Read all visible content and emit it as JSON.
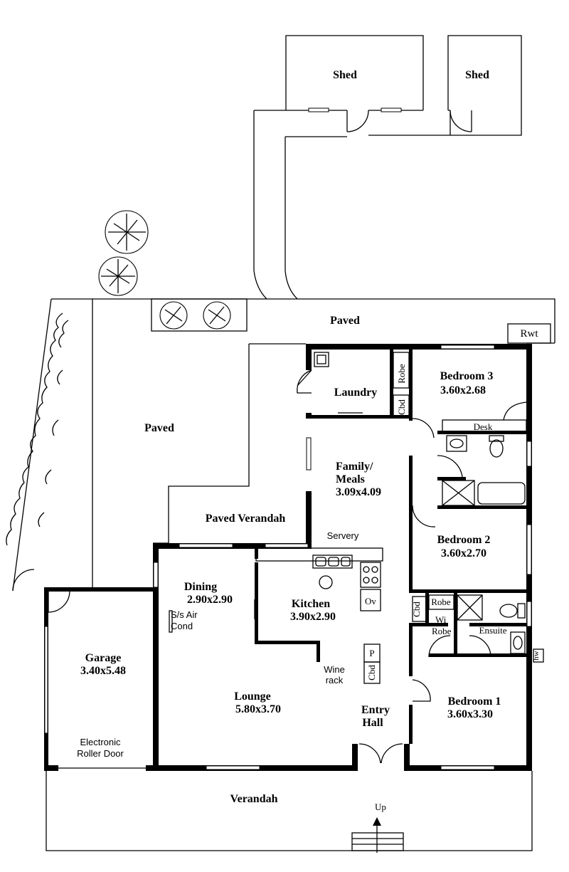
{
  "rooms": {
    "shed_left": "Shed",
    "shed_right": "Shed",
    "paved_top": "Paved",
    "rwt": "Rwt",
    "paved_left": "Paved",
    "laundry": "Laundry",
    "robe_laundry": "Robe",
    "cbd_laundry": "Cbd",
    "bedroom3": {
      "name": "Bedroom 3",
      "size": "3.60x2.68"
    },
    "desk": "Desk",
    "family": {
      "name1": "Family/",
      "name2": "Meals",
      "size": "3.09x4.09"
    },
    "paved_verandah": "Paved Verandah",
    "servery": "Servery",
    "bedroom2": {
      "name": "Bedroom 2",
      "size": "3.60x2.70"
    },
    "dining": {
      "name": "Dining",
      "size": "2.90x2.90"
    },
    "air_cond": {
      "line1": "S/s Air",
      "line2": "Cond"
    },
    "kitchen": {
      "name": "Kitchen",
      "size": "3.90x2.90"
    },
    "oven": "Ov",
    "pantry": "P",
    "wine_rack": {
      "line1": "Wine",
      "line2": "rack"
    },
    "cbd_kitchen": "Cbd",
    "robe_bed1": "Robe",
    "wi_robe": {
      "line1": "Wi",
      "line2": "Robe"
    },
    "cbd_bed": "Cbd",
    "ensuite": "Ensuite",
    "hw": "hw",
    "garage": {
      "name": "Garage",
      "size": "3.40x5.48"
    },
    "roller_door": {
      "line1": "Electronic",
      "line2": "Roller Door"
    },
    "lounge": {
      "name": "Lounge",
      "size": "5.80x3.70"
    },
    "entry": {
      "line1": "Entry",
      "line2": "Hall"
    },
    "bedroom1": {
      "name": "Bedroom 1",
      "size": "3.60x3.30"
    },
    "verandah": "Verandah",
    "up": "Up"
  }
}
